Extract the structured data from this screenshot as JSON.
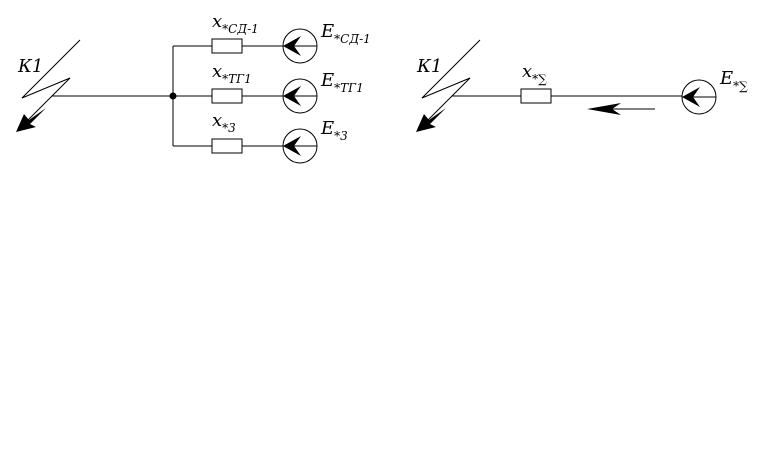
{
  "left_diagram": {
    "fault_label": "К1",
    "branches": [
      {
        "resistor_main": "x",
        "resistor_sub": "*СД-1",
        "source_main": "E",
        "source_sub": "*СД-1"
      },
      {
        "resistor_main": "x",
        "resistor_sub": "*ТГ1",
        "source_main": "E",
        "source_sub": "*ТГ1"
      },
      {
        "resistor_main": "x",
        "resistor_sub": "*3",
        "source_main": "E",
        "source_sub": "*3"
      }
    ]
  },
  "right_diagram": {
    "fault_label": "К1",
    "resistor_main": "x",
    "resistor_sub": "*∑",
    "source_main": "E",
    "source_sub": "*∑"
  }
}
